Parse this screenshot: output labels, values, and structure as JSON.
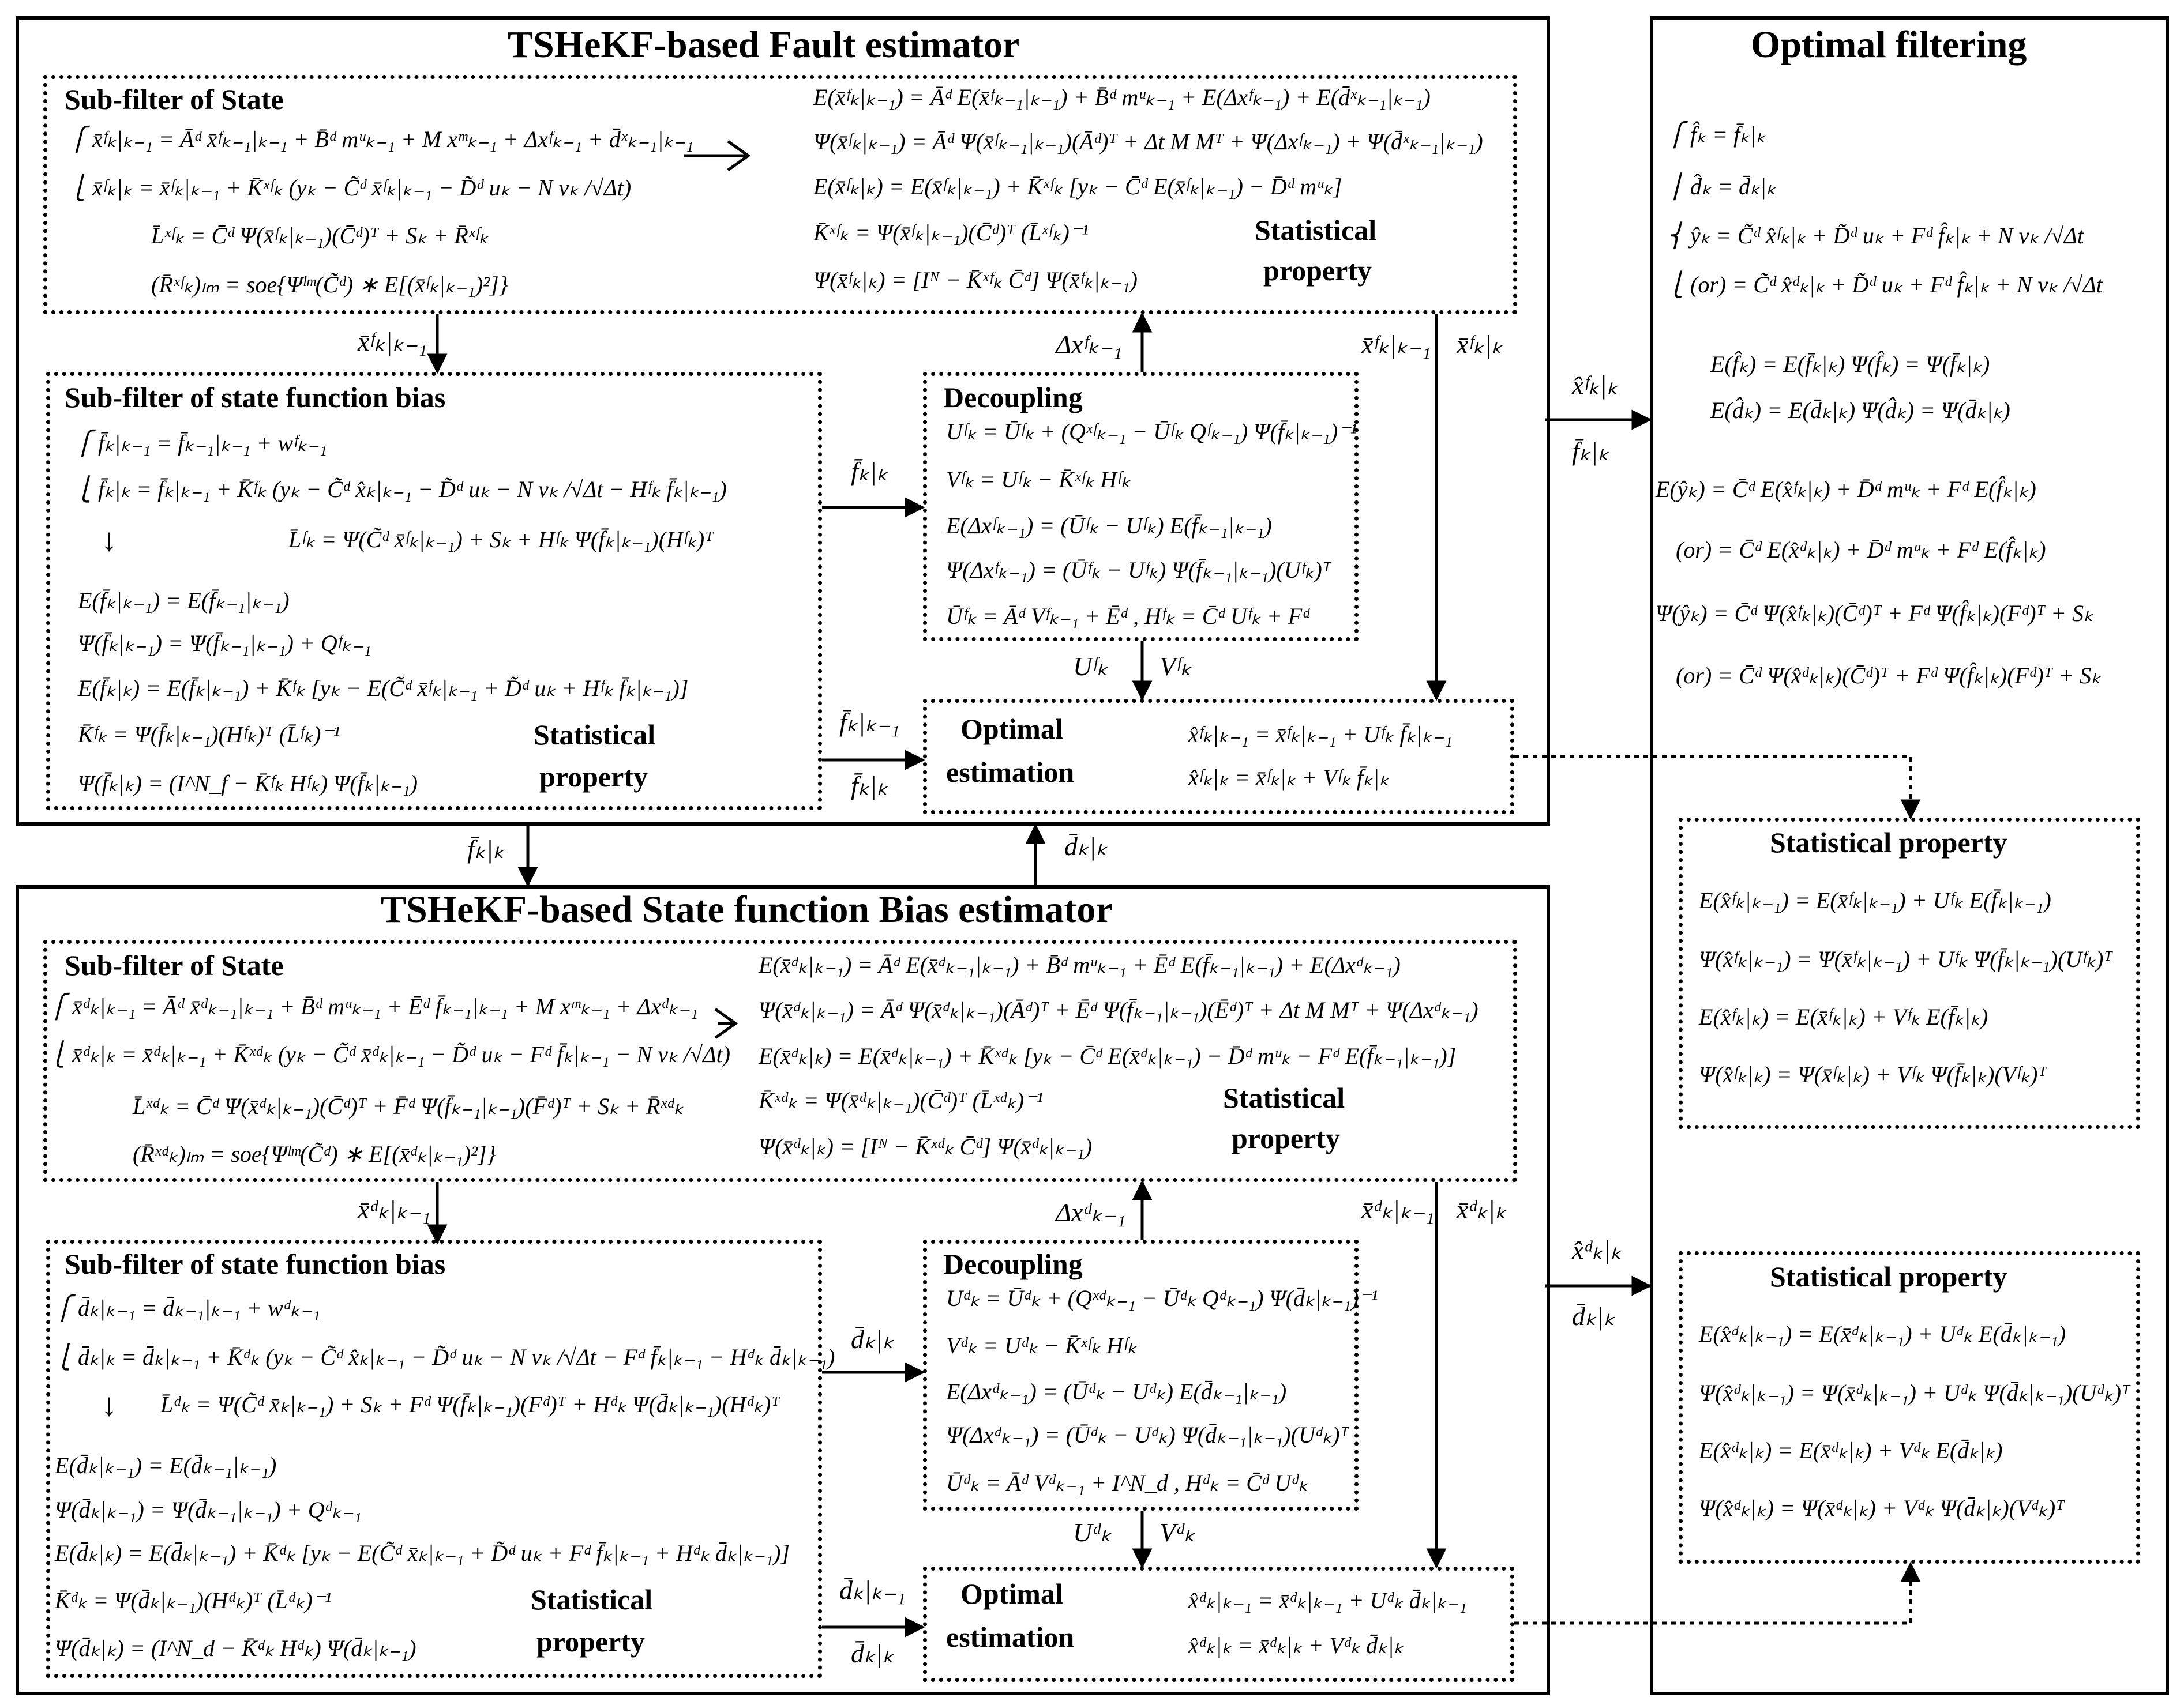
{
  "fault": {
    "title": "TSHeKF-based Fault estimator",
    "state_sub_filter": {
      "title": "Sub-filter of State",
      "eq_left": [
        "⎧ x̄ᶠₖ|ₖ₋₁ = Āᵈ x̄ᶠₖ₋₁|ₖ₋₁ + B̄ᵈ mᵘₖ₋₁ + M xᵐₖ₋₁ + Δxᶠₖ₋₁ + d̄ˣₖ₋₁|ₖ₋₁",
        "⎩ x̄ᶠₖ|ₖ = x̄ᶠₖ|ₖ₋₁ + K̄ˣᶠₖ (yₖ − C̃ᵈ x̄ᶠₖ|ₖ₋₁ − D̃ᵈ uₖ − N vₖ /√Δt)",
        "L̄ˣᶠₖ = C̄ᵈ Ψ(x̄ᶠₖ|ₖ₋₁)(C̄ᵈ)ᵀ + Sₖ + R̄ˣᶠₖ",
        "(R̄ˣᶠₖ)ₗₘ = soe{Ψˡᵐ(C̃ᵈ) ∗ E[(x̄ᶠₖ|ₖ₋₁)²]}"
      ],
      "eq_right": [
        "E(x̄ᶠₖ|ₖ₋₁) = Āᵈ E(x̄ᶠₖ₋₁|ₖ₋₁) + B̄ᵈ mᵘₖ₋₁ + E(Δxᶠₖ₋₁) + E(d̄ˣₖ₋₁|ₖ₋₁)",
        "Ψ(x̄ᶠₖ|ₖ₋₁) = Āᵈ Ψ(x̄ᶠₖ₋₁|ₖ₋₁)(Āᵈ)ᵀ + Δt M Mᵀ + Ψ(Δxᶠₖ₋₁) + Ψ(d̄ˣₖ₋₁|ₖ₋₁)",
        "E(x̄ᶠₖ|ₖ) = E(x̄ᶠₖ|ₖ₋₁) + K̄ˣᶠₖ [yₖ − C̄ᵈ E(x̄ᶠₖ|ₖ₋₁) − D̄ᵈ mᵘₖ]",
        "K̄ˣᶠₖ = Ψ(x̄ᶠₖ|ₖ₋₁)(C̄ᵈ)ᵀ (L̄ˣᶠₖ)⁻¹",
        "Ψ(x̄ᶠₖ|ₖ) = [Iᴺ − K̄ˣᶠₖ C̄ᵈ] Ψ(x̄ᶠₖ|ₖ₋₁)"
      ],
      "stat_label": [
        "Statistical",
        "property"
      ]
    },
    "bias_sub_filter": {
      "title": "Sub-filter of  state function bias",
      "eqs": [
        "⎧ f̄ₖ|ₖ₋₁ = f̄ₖ₋₁|ₖ₋₁ + wᶠₖ₋₁",
        "⎩ f̄ₖ|ₖ = f̄ₖ|ₖ₋₁ + K̄ᶠₖ (yₖ − C̃ᵈ x̂ₖ|ₖ₋₁ − D̃ᵈ uₖ − N vₖ /√Δt − Hᶠₖ f̄ₖ|ₖ₋₁)",
        "L̄ᶠₖ = Ψ(C̃ᵈ x̄ᶠₖ|ₖ₋₁) + Sₖ + Hᶠₖ Ψ(f̄ₖ|ₖ₋₁)(Hᶠₖ)ᵀ",
        "E(f̄ₖ|ₖ₋₁) = E(f̄ₖ₋₁|ₖ₋₁)",
        "Ψ(f̄ₖ|ₖ₋₁) = Ψ(f̄ₖ₋₁|ₖ₋₁) + Qᶠₖ₋₁",
        "E(f̄ₖ|ₖ) = E(f̄ₖ|ₖ₋₁) + K̄ᶠₖ [yₖ − E(C̃ᵈ x̄ᶠₖ|ₖ₋₁ + D̃ᵈ uₖ + Hᶠₖ f̄ₖ|ₖ₋₁)]",
        "K̄ᶠₖ = Ψ(f̄ₖ|ₖ₋₁)(Hᶠₖ)ᵀ (L̄ᶠₖ)⁻¹",
        "Ψ(f̄ₖ|ₖ) = (I^N_f − K̄ᶠₖ Hᶠₖ) Ψ(f̄ₖ|ₖ₋₁)"
      ],
      "stat_label": [
        "Statistical",
        "property"
      ]
    },
    "decoupling": {
      "title": "Decoupling",
      "eqs": [
        "Uᶠₖ = Ūᶠₖ + (Qˣᶠₖ₋₁ − Ūᶠₖ Qᶠₖ₋₁) Ψ(f̄ₖ|ₖ₋₁)⁻¹",
        "Vᶠₖ = Uᶠₖ − K̄ˣᶠₖ Hᶠₖ",
        "E(Δxᶠₖ₋₁) = (Ūᶠₖ − Uᶠₖ) E(f̄ₖ₋₁|ₖ₋₁)",
        "Ψ(Δxᶠₖ₋₁) = (Ūᶠₖ − Uᶠₖ) Ψ(f̄ₖ₋₁|ₖ₋₁)(Uᶠₖ)ᵀ",
        "Ūᶠₖ = Āᵈ Vᶠₖ₋₁ + Ēᵈ , Hᶠₖ = C̄ᵈ Uᶠₖ + Fᵈ"
      ]
    },
    "optimal": {
      "title": [
        "Optimal",
        "estimation"
      ],
      "eqs": [
        "x̂ᶠₖ|ₖ₋₁ = x̄ᶠₖ|ₖ₋₁ + Uᶠₖ f̄ₖ|ₖ₋₁",
        "x̂ᶠₖ|ₖ = x̄ᶠₖ|ₖ + Vᶠₖ f̄ₖ|ₖ"
      ]
    },
    "wires": {
      "x_pred": "x̄ᶠₖ|ₖ₋₁",
      "f_upd": "f̄ₖ|ₖ",
      "f_pred": "f̄ₖ|ₖ₋₁",
      "f_upd2": "f̄ₖ|ₖ",
      "dx": "Δxᶠₖ₋₁",
      "x_pred_r": "x̄ᶠₖ|ₖ₋₁",
      "x_upd_r": "x̄ᶠₖ|ₖ",
      "U": "Uᶠₖ",
      "V": "Vᶠₖ"
    }
  },
  "between": {
    "f_down": "f̄ₖ|ₖ",
    "d_up": "d̄ₖ|ₖ"
  },
  "bias": {
    "title": "TSHeKF-based State function Bias estimator",
    "state_sub_filter": {
      "title": "Sub-filter of State",
      "eq_left": [
        "⎧ x̄ᵈₖ|ₖ₋₁ = Āᵈ x̄ᵈₖ₋₁|ₖ₋₁ + B̄ᵈ mᵘₖ₋₁ + Ēᵈ f̄ₖ₋₁|ₖ₋₁ + M xᵐₖ₋₁ + Δxᵈₖ₋₁",
        "⎩ x̄ᵈₖ|ₖ = x̄ᵈₖ|ₖ₋₁ + K̄ˣᵈₖ (yₖ − C̃ᵈ x̄ᵈₖ|ₖ₋₁ − D̃ᵈ uₖ − Fᵈ f̄ₖ|ₖ₋₁ − N vₖ /√Δt)",
        "L̄ˣᵈₖ = C̄ᵈ Ψ(x̄ᵈₖ|ₖ₋₁)(C̄ᵈ)ᵀ + F̄ᵈ Ψ(f̄ₖ₋₁|ₖ₋₁)(F̄ᵈ)ᵀ + Sₖ + R̄ˣᵈₖ",
        "(R̄ˣᵈₖ)ₗₘ = soe{Ψˡᵐ(C̃ᵈ) ∗ E[(x̄ᵈₖ|ₖ₋₁)²]}"
      ],
      "eq_right": [
        "E(x̄ᵈₖ|ₖ₋₁) = Āᵈ E(x̄ᵈₖ₋₁|ₖ₋₁) + B̄ᵈ mᵘₖ₋₁ + Ēᵈ E(f̄ₖ₋₁|ₖ₋₁) + E(Δxᵈₖ₋₁)",
        "Ψ(x̄ᵈₖ|ₖ₋₁) = Āᵈ Ψ(x̄ᵈₖ|ₖ₋₁)(Āᵈ)ᵀ + Ēᵈ Ψ(f̄ₖ₋₁|ₖ₋₁)(Ēᵈ)ᵀ + Δt M Mᵀ + Ψ(Δxᵈₖ₋₁)",
        "E(x̄ᵈₖ|ₖ) = E(x̄ᵈₖ|ₖ₋₁) + K̄ˣᵈₖ [yₖ − C̄ᵈ E(x̄ᵈₖ|ₖ₋₁) − D̄ᵈ mᵘₖ − Fᵈ E(f̄ₖ₋₁|ₖ₋₁)]",
        "K̄ˣᵈₖ = Ψ(x̄ᵈₖ|ₖ₋₁)(C̄ᵈ)ᵀ (L̄ˣᵈₖ)⁻¹",
        "Ψ(x̄ᵈₖ|ₖ) = [Iᴺ − K̄ˣᵈₖ C̄ᵈ] Ψ(x̄ᵈₖ|ₖ₋₁)"
      ],
      "stat_label": [
        "Statistical",
        "property"
      ]
    },
    "bias_sub_filter": {
      "title": "Sub-filter of  state function bias",
      "eqs": [
        "⎧ d̄ₖ|ₖ₋₁ = d̄ₖ₋₁|ₖ₋₁ + wᵈₖ₋₁",
        "⎩ d̄ₖ|ₖ = d̄ₖ|ₖ₋₁ + K̄ᵈₖ (yₖ − C̃ᵈ x̂ₖ|ₖ₋₁ − D̃ᵈ uₖ − N vₖ /√Δt − Fᵈ f̄ₖ|ₖ₋₁ − Hᵈₖ d̄ₖ|ₖ₋₁)",
        "L̄ᵈₖ = Ψ(C̃ᵈ x̄ₖ|ₖ₋₁) + Sₖ + Fᵈ Ψ(f̄ₖ|ₖ₋₁)(Fᵈ)ᵀ + Hᵈₖ Ψ(d̄ₖ|ₖ₋₁)(Hᵈₖ)ᵀ",
        "E(d̄ₖ|ₖ₋₁) = E(d̄ₖ₋₁|ₖ₋₁)",
        "Ψ(d̄ₖ|ₖ₋₁) = Ψ(d̄ₖ₋₁|ₖ₋₁) + Qᵈₖ₋₁",
        "E(d̄ₖ|ₖ) = E(d̄ₖ|ₖ₋₁) + K̄ᵈₖ [yₖ − E(C̃ᵈ x̄ₖ|ₖ₋₁ + D̃ᵈ uₖ + Fᵈ f̄ₖ|ₖ₋₁ + Hᵈₖ d̄ₖ|ₖ₋₁)]",
        "K̄ᵈₖ = Ψ(d̄ₖ|ₖ₋₁)(Hᵈₖ)ᵀ (L̄ᵈₖ)⁻¹",
        "Ψ(d̄ₖ|ₖ) = (I^N_d − K̄ᵈₖ Hᵈₖ) Ψ(d̄ₖ|ₖ₋₁)"
      ],
      "stat_label": [
        "Statistical",
        "property"
      ]
    },
    "decoupling": {
      "title": "Decoupling",
      "eqs": [
        "Uᵈₖ = Ūᵈₖ + (Qˣᵈₖ₋₁ − Ūᵈₖ Qᵈₖ₋₁) Ψ(d̄ₖ|ₖ₋₁)⁻¹",
        "Vᵈₖ = Uᵈₖ − K̄ˣᶠₖ Hᶠₖ",
        "E(Δxᵈₖ₋₁) = (Ūᵈₖ − Uᵈₖ) E(d̄ₖ₋₁|ₖ₋₁)",
        "Ψ(Δxᵈₖ₋₁) = (Ūᵈₖ − Uᵈₖ) Ψ(d̄ₖ₋₁|ₖ₋₁)(Uᵈₖ)ᵀ",
        "Ūᵈₖ = Āᵈ Vᵈₖ₋₁ + I^N_d , Hᵈₖ = C̄ᵈ Uᵈₖ"
      ]
    },
    "optimal": {
      "title": [
        "Optimal",
        "estimation"
      ],
      "eqs": [
        "x̂ᵈₖ|ₖ₋₁ = x̄ᵈₖ|ₖ₋₁ + Uᵈₖ d̄ₖ|ₖ₋₁",
        "x̂ᵈₖ|ₖ = x̄ᵈₖ|ₖ + Vᵈₖ d̄ₖ|ₖ"
      ]
    },
    "wires": {
      "x_pred": "x̄ᵈₖ|ₖ₋₁",
      "d_upd": "d̄ₖ|ₖ",
      "d_pred": "d̄ₖ|ₖ₋₁",
      "d_upd2": "d̄ₖ|ₖ",
      "dx": "Δxᵈₖ₋₁",
      "x_pred_r": "x̄ᵈₖ|ₖ₋₁",
      "x_upd_r": "x̄ᵈₖ|ₖ",
      "U": "Uᵈₖ",
      "V": "Vᵈₖ"
    }
  },
  "side": {
    "top_a": "x̂ᶠₖ|ₖ",
    "top_b": "f̄ₖ|ₖ",
    "bot_a": "x̂ᵈₖ|ₖ",
    "bot_b": "d̄ₖ|ₖ"
  },
  "optimal_filtering": {
    "title": "Optimal filtering",
    "eqs": [
      "⎧ f̂ₖ = f̄ₖ|ₖ",
      "⎪ d̂ₖ = d̄ₖ|ₖ",
      "⎨ ŷₖ = C̃ᵈ x̂ᶠₖ|ₖ + D̃ᵈ uₖ + Fᵈ f̂ₖ|ₖ + N vₖ /√Δt",
      "⎩ (or) = C̃ᵈ x̂ᵈₖ|ₖ + D̃ᵈ uₖ + Fᵈ f̂ₖ|ₖ + N vₖ /√Δt",
      "E(f̂ₖ) = E(f̄ₖ|ₖ)    Ψ(f̂ₖ) = Ψ(f̄ₖ|ₖ)",
      "E(d̂ₖ) = E(d̄ₖ|ₖ)    Ψ(d̂ₖ) = Ψ(d̄ₖ|ₖ)",
      "E(ŷₖ) = C̄ᵈ E(x̂ᶠₖ|ₖ) + D̄ᵈ mᵘₖ + Fᵈ E(f̂ₖ|ₖ)",
      "(or) = C̄ᵈ E(x̂ᵈₖ|ₖ) + D̄ᵈ mᵘₖ + Fᵈ E(f̂ₖ|ₖ)",
      "Ψ(ŷₖ) = C̄ᵈ Ψ(x̂ᶠₖ|ₖ)(C̄ᵈ)ᵀ + Fᵈ Ψ(f̂ₖ|ₖ)(Fᵈ)ᵀ + Sₖ",
      "(or) = C̄ᵈ Ψ(x̂ᵈₖ|ₖ)(C̄ᵈ)ᵀ + Fᵈ Ψ(f̂ₖ|ₖ)(Fᵈ)ᵀ + Sₖ"
    ],
    "stat_f": {
      "title": "Statistical property",
      "eqs": [
        "E(x̂ᶠₖ|ₖ₋₁) = E(x̄ᶠₖ|ₖ₋₁) + Uᶠₖ E(f̄ₖ|ₖ₋₁)",
        "Ψ(x̂ᶠₖ|ₖ₋₁) = Ψ(x̄ᶠₖ|ₖ₋₁) + Uᶠₖ Ψ(f̄ₖ|ₖ₋₁)(Uᶠₖ)ᵀ",
        "E(x̂ᶠₖ|ₖ) = E(x̄ᶠₖ|ₖ) + Vᶠₖ E(f̄ₖ|ₖ)",
        "Ψ(x̂ᶠₖ|ₖ) = Ψ(x̄ᶠₖ|ₖ) + Vᶠₖ Ψ(f̄ₖ|ₖ)(Vᶠₖ)ᵀ"
      ]
    },
    "stat_d": {
      "title": "Statistical property",
      "eqs": [
        "E(x̂ᵈₖ|ₖ₋₁) = E(x̄ᵈₖ|ₖ₋₁) + Uᵈₖ E(d̄ₖ|ₖ₋₁)",
        "Ψ(x̂ᵈₖ|ₖ₋₁) = Ψ(x̄ᵈₖ|ₖ₋₁) + Uᵈₖ Ψ(d̄ₖ|ₖ₋₁)(Uᵈₖ)ᵀ",
        "E(x̂ᵈₖ|ₖ) = E(x̄ᵈₖ|ₖ) + Vᵈₖ E(d̄ₖ|ₖ)",
        "Ψ(x̂ᵈₖ|ₖ) = Ψ(x̄ᵈₖ|ₖ) + Vᵈₖ Ψ(d̄ₖ|ₖ)(Vᵈₖ)ᵀ"
      ]
    }
  }
}
